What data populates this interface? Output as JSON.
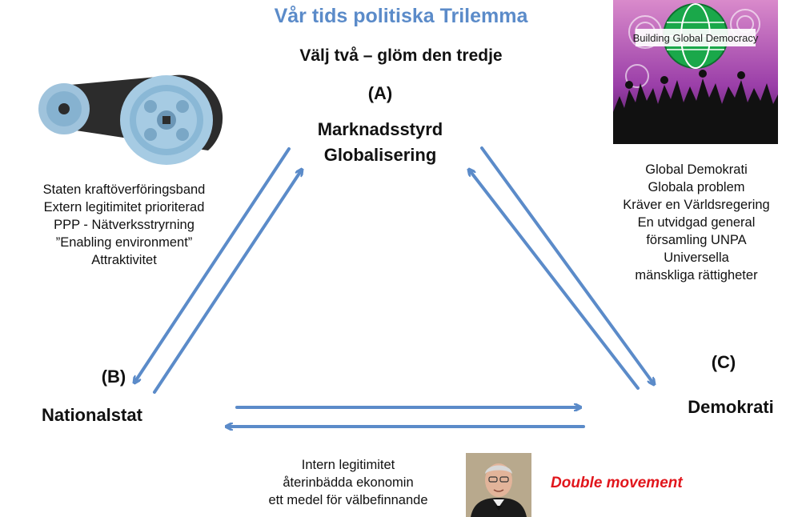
{
  "title": "Vår tids politiska Trilemma",
  "subtitle": "Välj två – glöm den  tredje",
  "nodes": {
    "a": {
      "label": "(A)",
      "name_line1": "Marknadsstyrd",
      "name_line2": "Globalisering"
    },
    "b": {
      "label": "(B)",
      "name": "Nationalstat"
    },
    "c": {
      "label": "(C)",
      "name": "Demokrati"
    }
  },
  "left_description": [
    "Staten kraftöverföringsband",
    "Extern legitimitet prioriterad",
    "PPP - Nätverksstryrning",
    "”Enabling environment”",
    "Attraktivitet"
  ],
  "right_description": [
    "Global Demokrati",
    "Globala problem",
    "Kräver en Världsregering",
    "En utvidgad general",
    "församling UNPA",
    "Universella",
    "mänskliga rättigheter"
  ],
  "bottom_description": [
    "Intern legitimitet",
    "återinbädda ekonomin",
    "ett medel för välbefinnande"
  ],
  "double_movement": "Double movement",
  "images": {
    "pulley": "belt-pulley-illustration",
    "democracy": "building-global-democracy-poster",
    "democracy_text": "Building Global Democracy",
    "portrait": "man-portrait-photo"
  },
  "colors": {
    "title": "#5b8bc9",
    "arrow": "#5b8bc9",
    "double_movement": "#e1161c"
  }
}
